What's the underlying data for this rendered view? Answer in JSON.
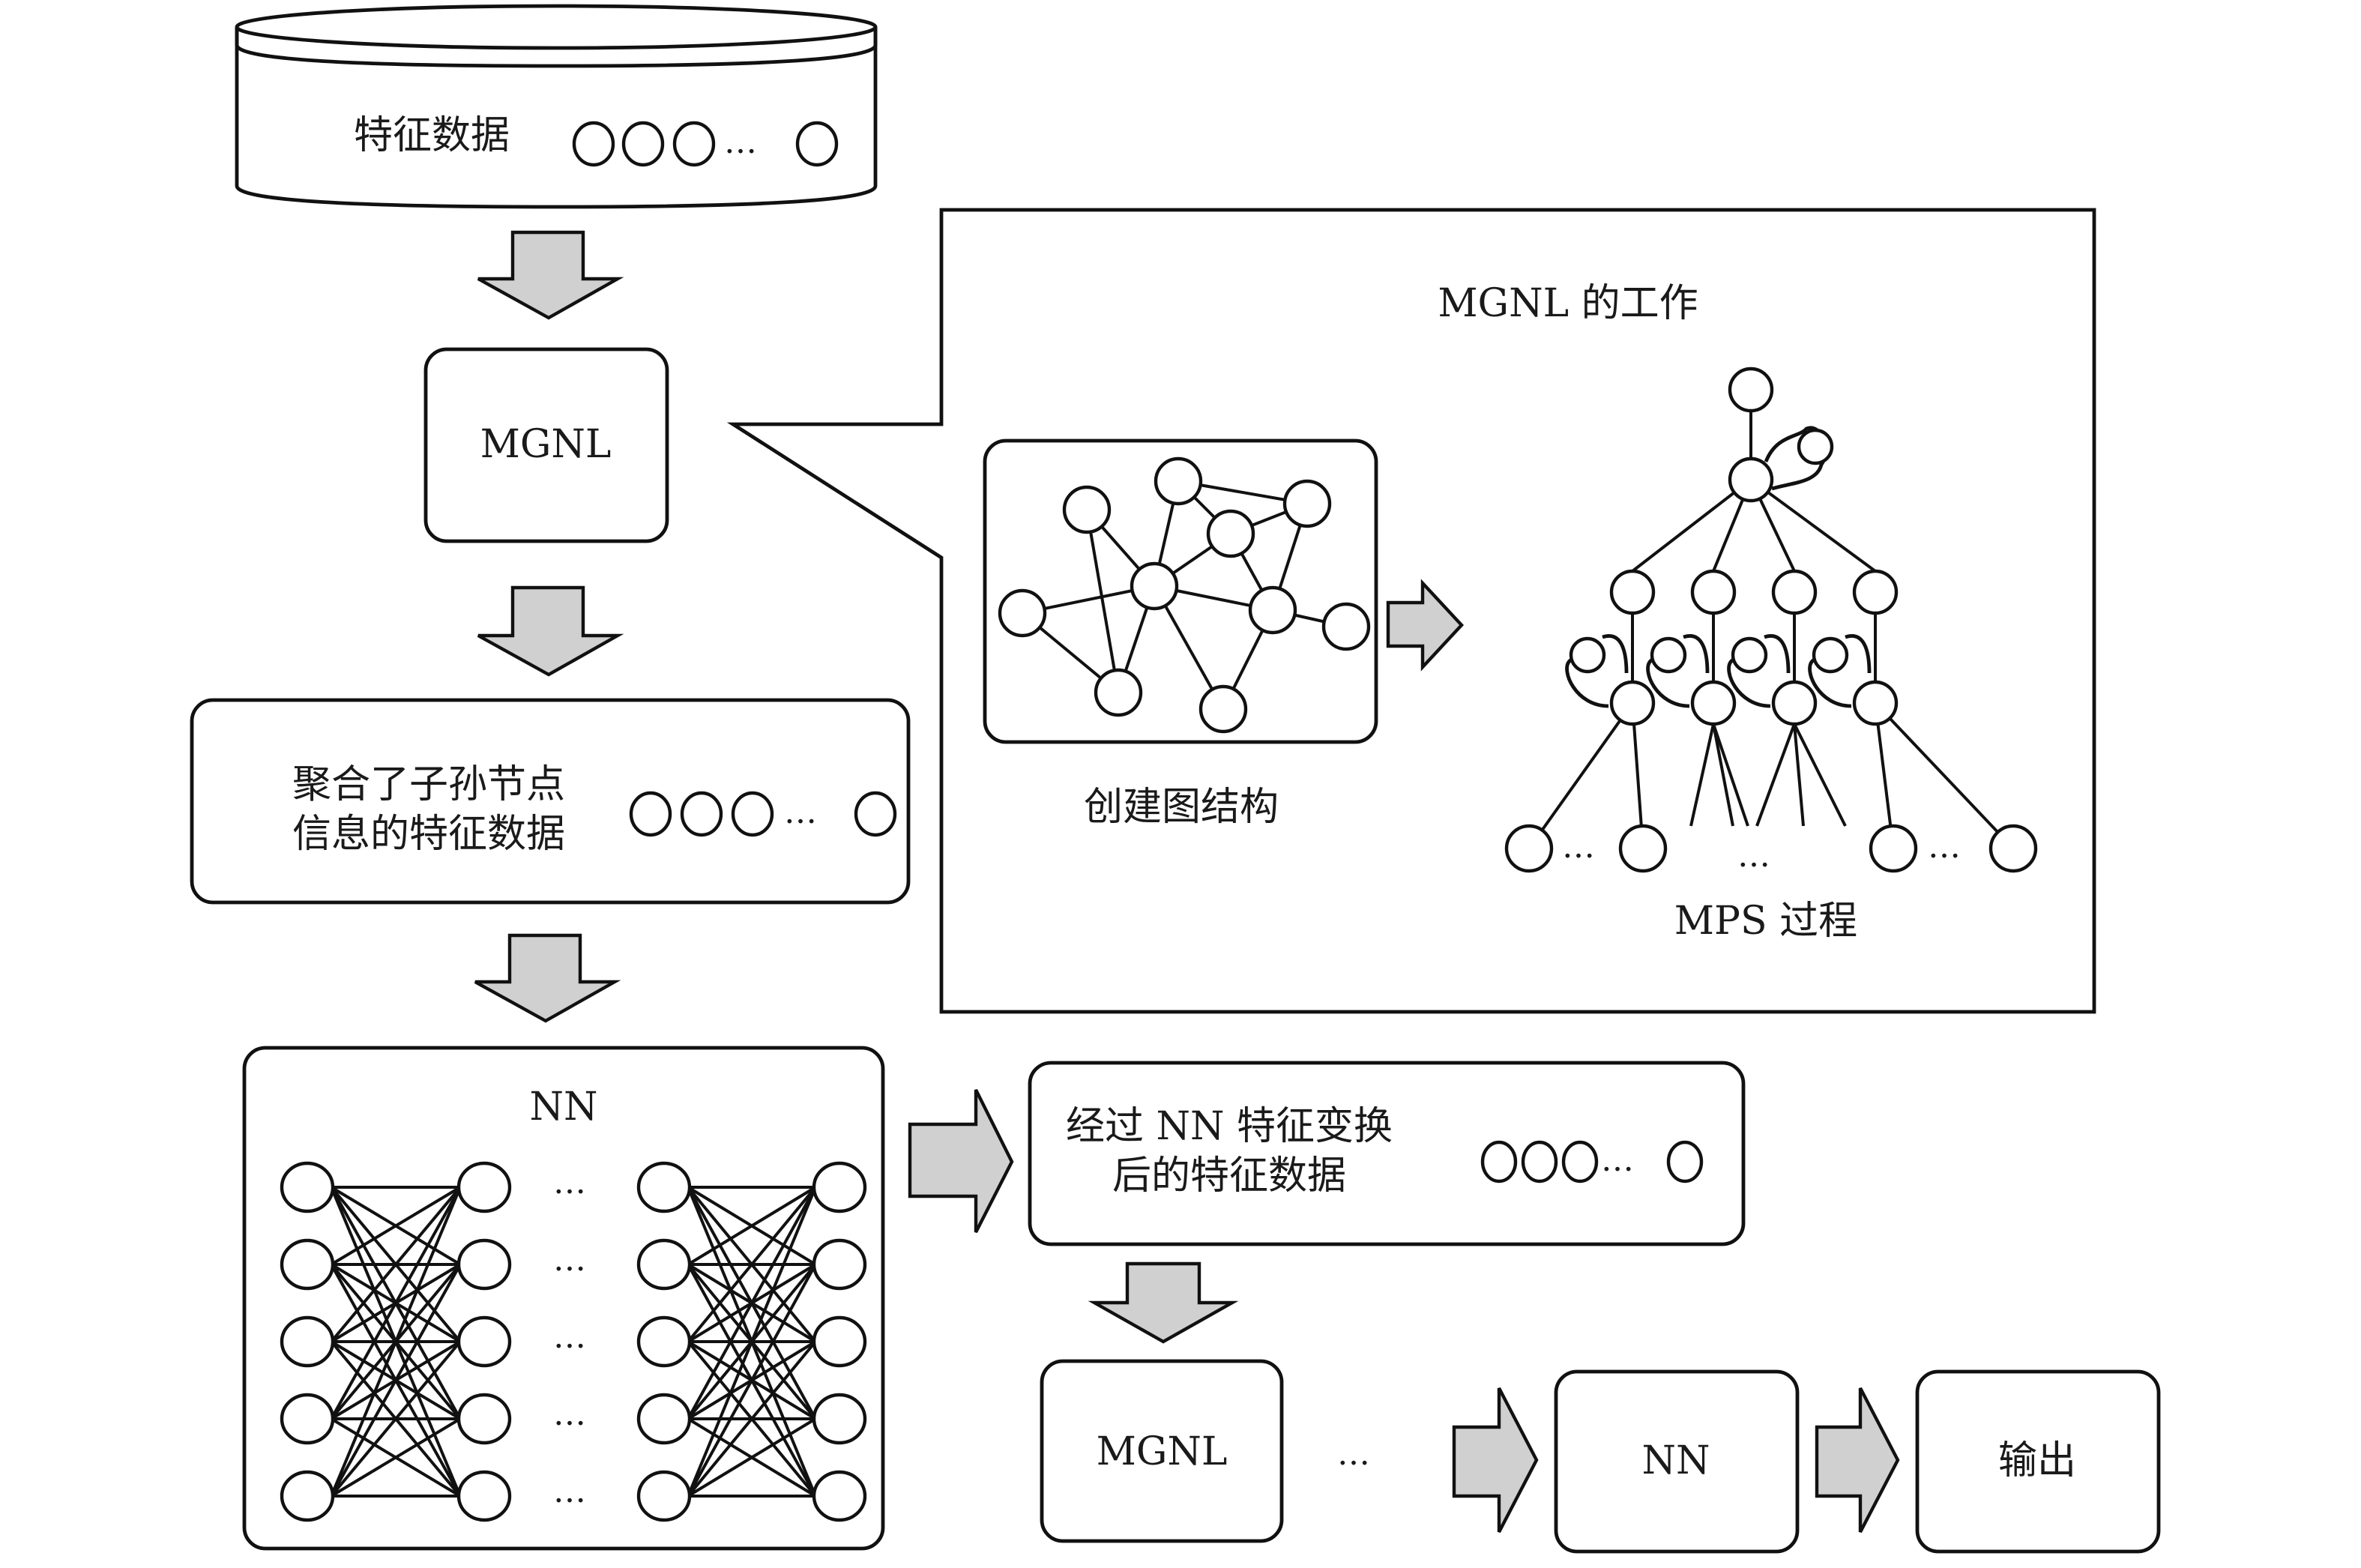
{
  "diagram": {
    "database": {
      "label": "特征数据",
      "ellipsis": "…"
    },
    "mgnl_box": {
      "label": "MGNL"
    },
    "aggregated_box": {
      "line1": "聚合了子孙节点",
      "line2": "信息的特征数据",
      "ellipsis": "…"
    },
    "nn_box": {
      "title": "NN",
      "layer_rows": 5,
      "ellipsis": "…"
    },
    "transformed_box": {
      "line1": "经过 NN 特征变换",
      "line2": "后的特征数据",
      "ellipsis": "…"
    },
    "callout": {
      "title": "MGNL 的工作",
      "graph_caption": "创建图结构",
      "mps_caption": "MPS 过程",
      "ellipsis": "…"
    },
    "bottom_row": {
      "mgnl_label": "MGNL",
      "gap_ellipsis": "…",
      "nn_label": "NN",
      "output_label": "输出"
    },
    "colors": {
      "arrow_fill": "#d0d0d0",
      "stroke": "#111111",
      "background": "#ffffff"
    }
  }
}
